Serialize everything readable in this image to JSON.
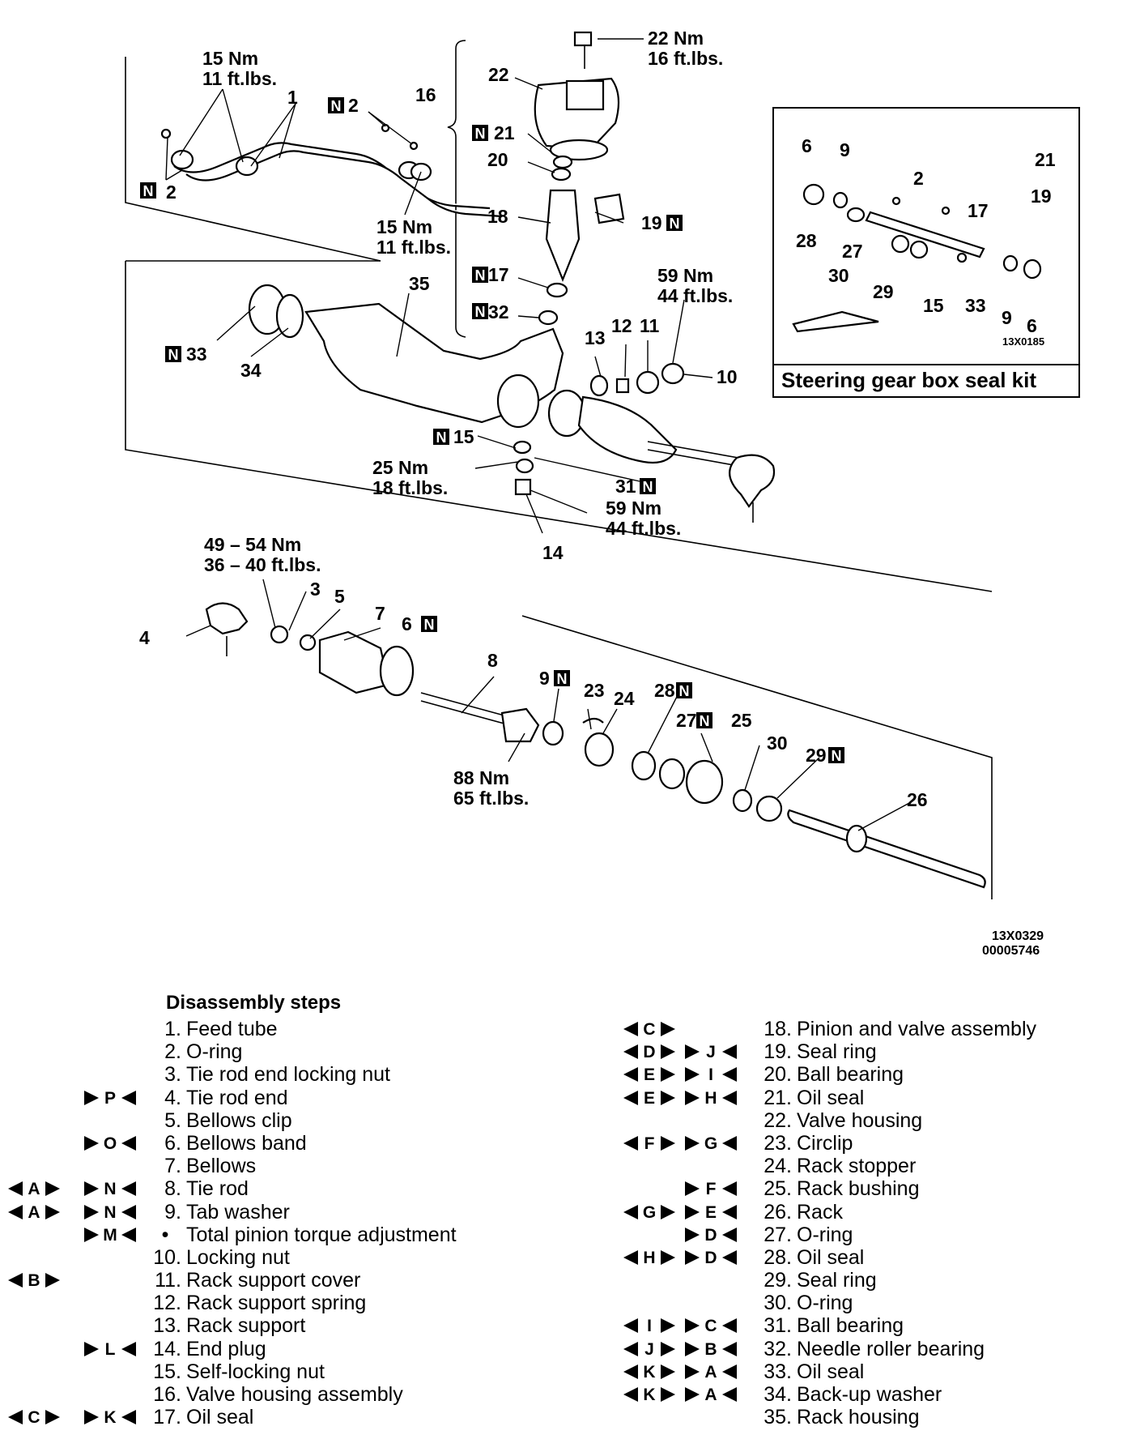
{
  "diagram": {
    "callouts": {
      "p1": "1",
      "p2a": "2",
      "p2b": "2",
      "p3": "3",
      "p4": "4",
      "p5": "5",
      "p6": "6",
      "p7": "7",
      "p8": "8",
      "p9": "9",
      "p10": "10",
      "p11": "11",
      "p12": "12",
      "p13": "13",
      "p14": "14",
      "p15": "15",
      "p16": "16",
      "p17": "17",
      "p18": "18",
      "p19": "19",
      "p20": "20",
      "p21": "21",
      "p22": "22",
      "p23": "23",
      "p24": "24",
      "p25a": "25",
      "p25b": "26",
      "p27": "27",
      "p28": "28",
      "p29": "29",
      "p30": "30",
      "p31": "31",
      "p32": "32",
      "p33": "33",
      "p34": "34",
      "p35": "35"
    },
    "torques": {
      "t_feed_a1": "15 Nm",
      "t_feed_a2": "11 ft.lbs.",
      "t_feed_b1": "15 Nm",
      "t_feed_b2": "11 ft.lbs.",
      "t_valve1": "22 Nm",
      "t_valve2": "16 ft.lbs.",
      "t_lock1": "59 Nm",
      "t_lock2": "44 ft.lbs.",
      "t_nut1": "25 Nm",
      "t_nut2": "18 ft.lbs.",
      "t_plug1": "59 Nm",
      "t_plug2": "44 ft.lbs.",
      "t_tre1": "49 – 54 Nm",
      "t_tre2": "36 – 40 ft.lbs.",
      "t_rod1": "88 Nm",
      "t_rod2": "65 ft.lbs."
    },
    "new_part_marker": "N",
    "figure_code_1": "13X0329",
    "figure_code_2": "00005746",
    "inset": {
      "caption": "Steering gear box seal kit",
      "code": "13X0185",
      "labels": {
        "i6a": "6",
        "i9a": "9",
        "i2": "2",
        "i21": "21",
        "i19": "19",
        "i17": "17",
        "i28": "28",
        "i27": "27",
        "i30": "30",
        "i29": "29",
        "i15": "15",
        "i33": "33",
        "i9b": "9",
        "i6b": "6"
      }
    }
  },
  "steps": {
    "title": "Disassembly steps",
    "left": [
      {
        "num": "1.",
        "text": "Feed tube",
        "inst": "",
        "dis": ""
      },
      {
        "num": "2.",
        "text": "O-ring",
        "inst": "",
        "dis": ""
      },
      {
        "num": "3.",
        "text": "Tie rod end locking nut",
        "inst": "",
        "dis": ""
      },
      {
        "num": "4.",
        "text": "Tie rod end",
        "inst": "P",
        "dis": ""
      },
      {
        "num": "5.",
        "text": "Bellows clip",
        "inst": "",
        "dis": ""
      },
      {
        "num": "6.",
        "text": "Bellows band",
        "inst": "O",
        "dis": ""
      },
      {
        "num": "7.",
        "text": "Bellows",
        "inst": "",
        "dis": ""
      },
      {
        "num": "8.",
        "text": "Tie rod",
        "inst": "N",
        "dis": "A"
      },
      {
        "num": "9.",
        "text": "Tab washer",
        "inst": "N",
        "dis": "A"
      },
      {
        "num": "•",
        "text": "Total pinion torque adjustment",
        "inst": "M",
        "dis": ""
      },
      {
        "num": "10.",
        "text": "Locking nut",
        "inst": "",
        "dis": ""
      },
      {
        "num": "11.",
        "text": "Rack support cover",
        "inst": "",
        "dis": "B"
      },
      {
        "num": "12.",
        "text": "Rack support spring",
        "inst": "",
        "dis": ""
      },
      {
        "num": "13.",
        "text": "Rack support",
        "inst": "",
        "dis": ""
      },
      {
        "num": "14.",
        "text": "End plug",
        "inst": "L",
        "dis": ""
      },
      {
        "num": "15.",
        "text": "Self-locking nut",
        "inst": "",
        "dis": ""
      },
      {
        "num": "16.",
        "text": "Valve housing assembly",
        "inst": "",
        "dis": ""
      },
      {
        "num": "17.",
        "text": "Oil seal",
        "inst": "K",
        "dis": "C"
      }
    ],
    "right": [
      {
        "num": "18.",
        "text": "Pinion and valve assembly",
        "inst": "",
        "dis": "C"
      },
      {
        "num": "19.",
        "text": "Seal ring",
        "inst": "J",
        "dis": "D"
      },
      {
        "num": "20.",
        "text": "Ball bearing",
        "inst": "I",
        "dis": "E"
      },
      {
        "num": "21.",
        "text": "Oil seal",
        "inst": "H",
        "dis": "E"
      },
      {
        "num": "22.",
        "text": "Valve housing",
        "inst": "",
        "dis": ""
      },
      {
        "num": "23.",
        "text": "Circlip",
        "inst": "G",
        "dis": "F"
      },
      {
        "num": "24.",
        "text": "Rack stopper",
        "inst": "",
        "dis": ""
      },
      {
        "num": "25.",
        "text": "Rack bushing",
        "inst": "F",
        "dis": ""
      },
      {
        "num": "26.",
        "text": "Rack",
        "inst": "E",
        "dis": "G"
      },
      {
        "num": "27.",
        "text": "O-ring",
        "inst": "D",
        "dis": ""
      },
      {
        "num": "28.",
        "text": "Oil seal",
        "inst": "D",
        "dis": "H"
      },
      {
        "num": "29.",
        "text": "Seal ring",
        "inst": "",
        "dis": ""
      },
      {
        "num": "30.",
        "text": "O-ring",
        "inst": "",
        "dis": ""
      },
      {
        "num": "31.",
        "text": "Ball bearing",
        "inst": "C",
        "dis": "I"
      },
      {
        "num": "32.",
        "text": "Needle roller bearing",
        "inst": "B",
        "dis": "J"
      },
      {
        "num": "33.",
        "text": "Oil seal",
        "inst": "A",
        "dis": "K"
      },
      {
        "num": "34.",
        "text": "Back-up washer",
        "inst": "A",
        "dis": "K"
      },
      {
        "num": "35.",
        "text": "Rack housing",
        "inst": "",
        "dis": ""
      }
    ]
  }
}
